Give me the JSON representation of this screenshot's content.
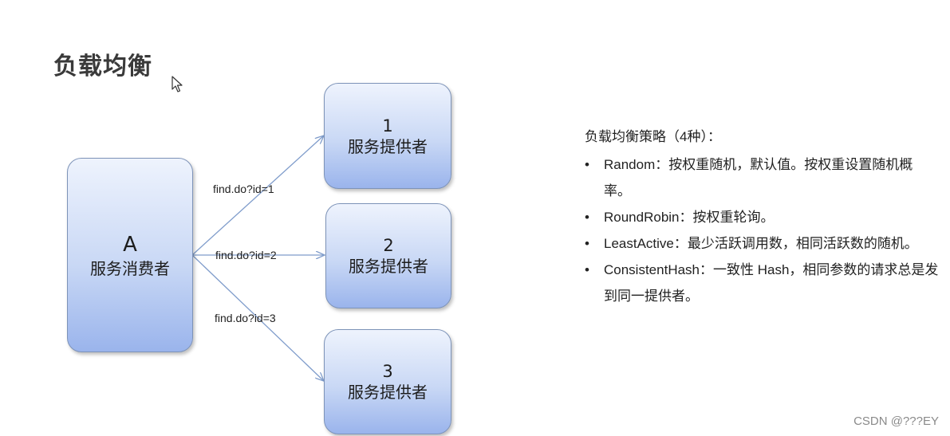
{
  "title": "负载均衡",
  "consumer": {
    "letter": "A",
    "label": "服务消费者"
  },
  "providers": [
    {
      "number": "1",
      "label": "服务提供者"
    },
    {
      "number": "2",
      "label": "服务提供者"
    },
    {
      "number": "3",
      "label": "服务提供者"
    }
  ],
  "edges": [
    {
      "label": "find.do?id=1"
    },
    {
      "label": "find.do?id=2"
    },
    {
      "label": "find.do?id=3"
    }
  ],
  "strategies": {
    "heading": "负载均衡策略（4种）：",
    "bullet": "•",
    "items": [
      "Random：按权重随机，默认值。按权重设置随机概率。",
      "RoundRobin：按权重轮询。",
      "LeastActive：最少活跃调用数，相同活跃数的随机。",
      "ConsistentHash：一致性 Hash，相同参数的请求总是发到同一提供者。"
    ]
  },
  "watermark": "CSDN @???EY",
  "icons": {
    "cursor": "mouse-pointer-icon"
  },
  "colors": {
    "node_top": "#eef3fd",
    "node_bottom": "#9ab4ec",
    "arrow": "#7f9ccb"
  }
}
